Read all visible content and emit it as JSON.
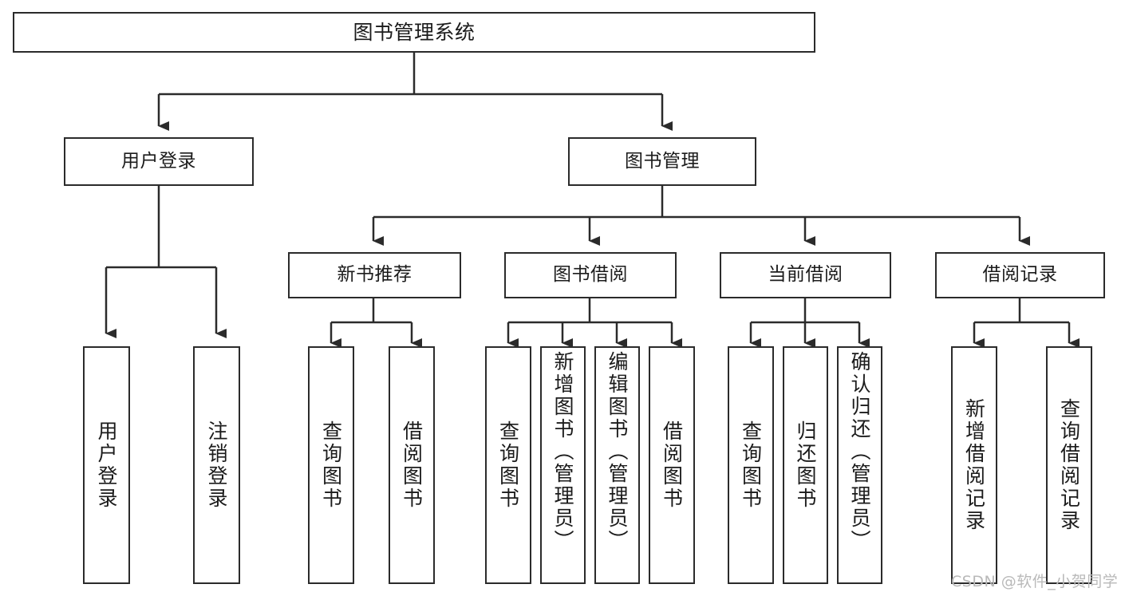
{
  "diagram": {
    "type": "hierarchy-tree",
    "title": "图书管理系统",
    "orientation": "top-down",
    "colors": {
      "box_border": "#2b2b2b",
      "box_fill": "#ffffff",
      "connector": "#2b2b2b",
      "text": "#1b1b1b",
      "watermark": "#b9b9b9",
      "background": "#ffffff"
    },
    "nodes": {
      "root": {
        "label": "图书管理系统"
      },
      "level2": [
        {
          "id": "user-login",
          "label": "用户登录"
        },
        {
          "id": "book-management",
          "label": "图书管理"
        }
      ],
      "level3": [
        {
          "id": "new-book-recommend",
          "label": "新书推荐"
        },
        {
          "id": "book-borrow",
          "label": "图书借阅"
        },
        {
          "id": "current-borrow",
          "label": "当前借阅"
        },
        {
          "id": "borrow-record",
          "label": "借阅记录"
        }
      ],
      "leaves": {
        "user-login": [
          {
            "id": "leaf-user-login",
            "label": "用户登录",
            "align": "middle"
          },
          {
            "id": "leaf-logout-login",
            "label": "注销登录",
            "align": "middle"
          }
        ],
        "new-book-recommend": [
          {
            "id": "leaf-query-book-1",
            "label": "查询图书",
            "align": "middle"
          },
          {
            "id": "leaf-borrow-book-1",
            "label": "借阅图书",
            "align": "middle"
          }
        ],
        "book-borrow": [
          {
            "id": "leaf-query-book-2",
            "label": "查询图书",
            "align": "middle"
          },
          {
            "id": "leaf-add-book-admin",
            "label": "新增图书（管理员）",
            "align": "top"
          },
          {
            "id": "leaf-edit-book-admin",
            "label": "编辑图书（管理员）",
            "align": "top"
          },
          {
            "id": "leaf-borrow-book-2",
            "label": "借阅图书",
            "align": "middle"
          }
        ],
        "current-borrow": [
          {
            "id": "leaf-query-book-3",
            "label": "查询图书",
            "align": "middle"
          },
          {
            "id": "leaf-return-book",
            "label": "归还图书",
            "align": "middle"
          },
          {
            "id": "leaf-confirm-return-admin",
            "label": "确认归还（管理员）",
            "align": "top"
          }
        ],
        "borrow-record": [
          {
            "id": "leaf-add-borrow-record",
            "label": "新增借阅记录",
            "align": "middle"
          },
          {
            "id": "leaf-query-borrow-record",
            "label": "查询借阅记录",
            "align": "middle"
          }
        ]
      }
    },
    "watermark": "CSDN @软件_小贺同学"
  }
}
